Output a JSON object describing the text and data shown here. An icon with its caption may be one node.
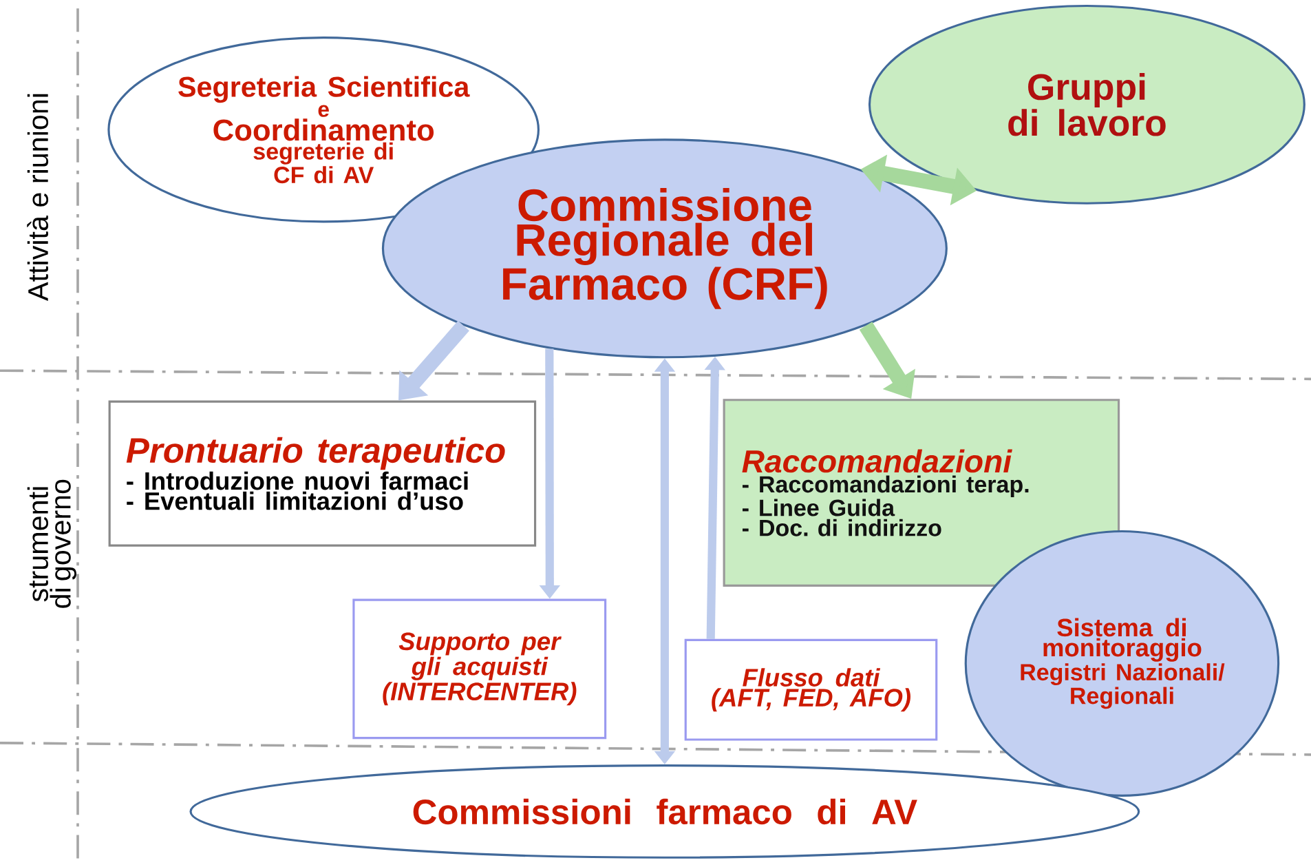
{
  "diagram": {
    "nodes": [
      {
        "text": [
          "Segreteria Scientifica",
          "e",
          "Coordinamento",
          "segreterie di CF di AV"
        ]
      },
      {
        "text": [
          "Gruppi di lavoro"
        ]
      },
      {
        "text": [
          "Commissione Regionale del Farmaco (CRF)"
        ]
      },
      {
        "text": [
          "Prontuario terapeutico",
          "- Introduzione nuovi farmaci",
          "- Eventuali limitazioni d’uso"
        ]
      },
      {
        "text": [
          "Raccomandazioni",
          "- Raccomandazioni terap.",
          "- Linee Guida",
          "- Doc. di indirizzo"
        ]
      },
      {
        "text": [
          "Supporto per gli acquisti (INTERCENTER)"
        ]
      },
      {
        "text": [
          "Flusso dati (AFT, FED, AFO)"
        ]
      },
      {
        "text": [
          "Sistema di monitoraggio",
          "Registri Nazionali/ Regionali"
        ]
      },
      {
        "text": [
          "Commissioni farmaco di AV"
        ]
      }
    ],
    "edges": [
      {
        "from": 2,
        "to": 1,
        "arrow": "both",
        "style": "thick",
        "color": "#a6d89c"
      },
      {
        "from": 2,
        "to": 3,
        "arrow": "to",
        "style": "thick"
      },
      {
        "from": 2,
        "to": 4,
        "arrow": "to",
        "style": "thick",
        "color": "#a6d89c"
      },
      {
        "from": 2,
        "to": 5,
        "arrow": "to"
      },
      {
        "from": 2,
        "to": 8,
        "arrow": "both"
      },
      {
        "from": 6,
        "to": 2,
        "arrow": "to"
      }
    ],
    "labels": [
      "Attività e riunioni",
      "strumenti di governo"
    ]
  }
}
